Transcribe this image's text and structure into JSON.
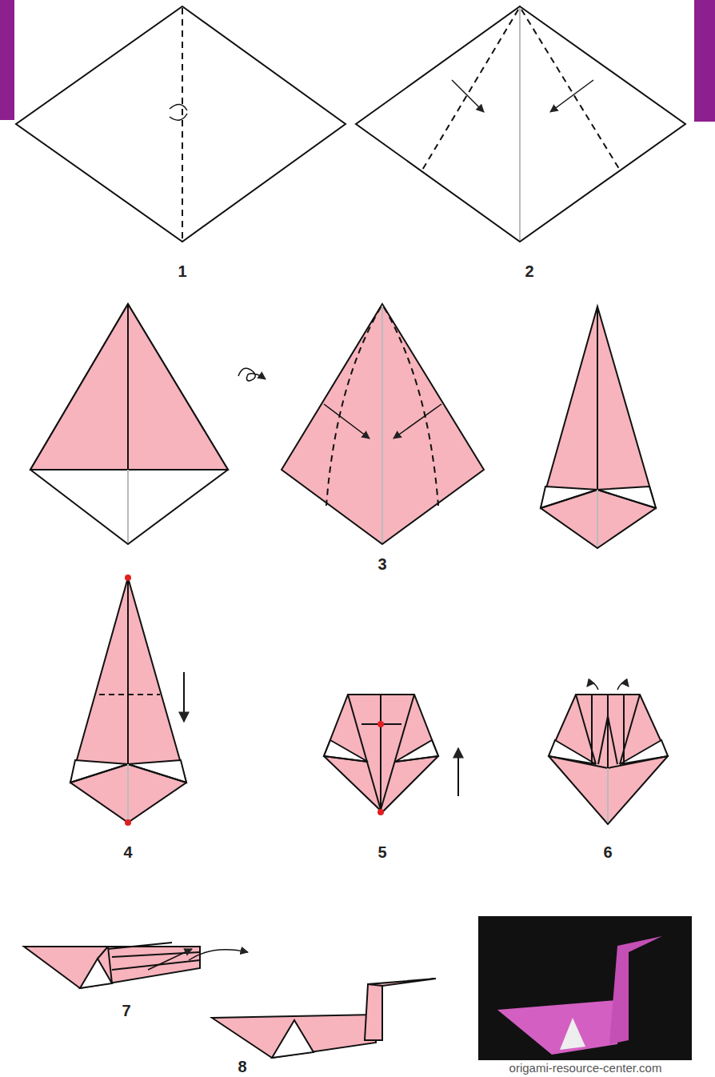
{
  "diagram": {
    "labels": [
      "1",
      "2",
      "3",
      "4",
      "5",
      "6",
      "7",
      "8",
      "origami-resource-center.com"
    ]
  }
}
